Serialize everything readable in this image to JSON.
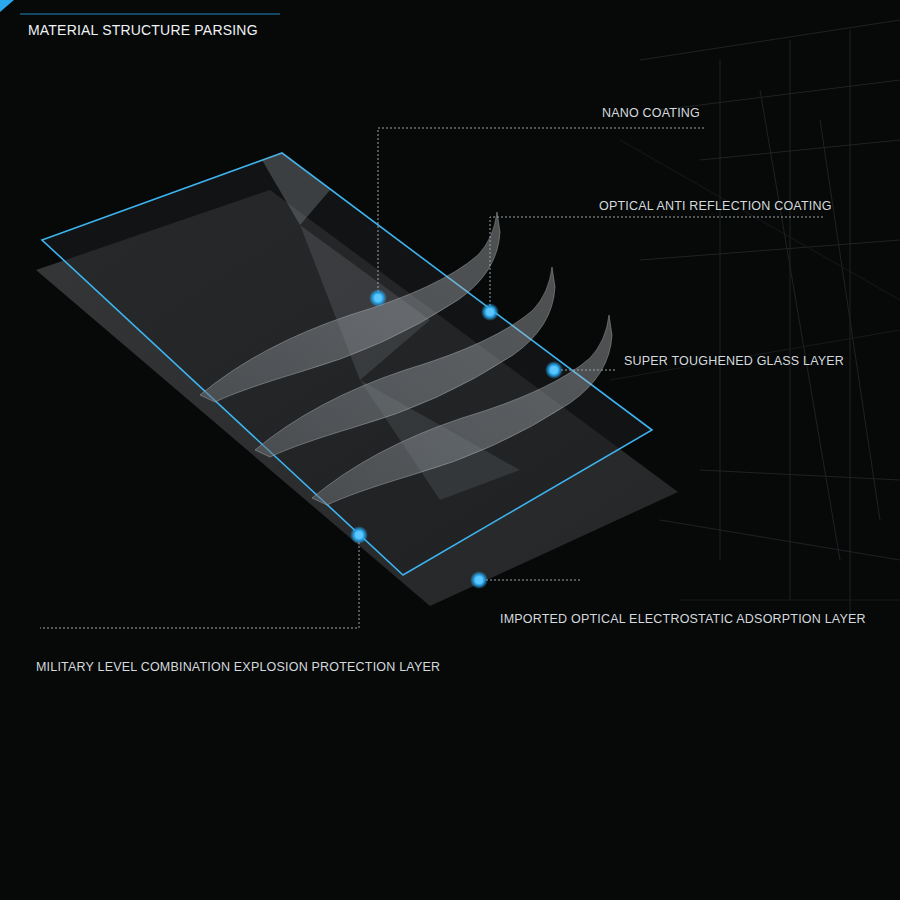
{
  "diagram": {
    "title": "MATERIAL STRUCTURE PARSING",
    "labels": [
      "NANO COATING",
      "OPTICAL ANTI REFLECTION COATING",
      "SUPER TOUGHENED GLASS LAYER",
      "IMPORTED OPTICAL ELECTROSTATIC ADSORPTION LAYER",
      "MILITARY LEVEL COMBINATION EXPLOSION PROTECTION LAYER"
    ]
  }
}
